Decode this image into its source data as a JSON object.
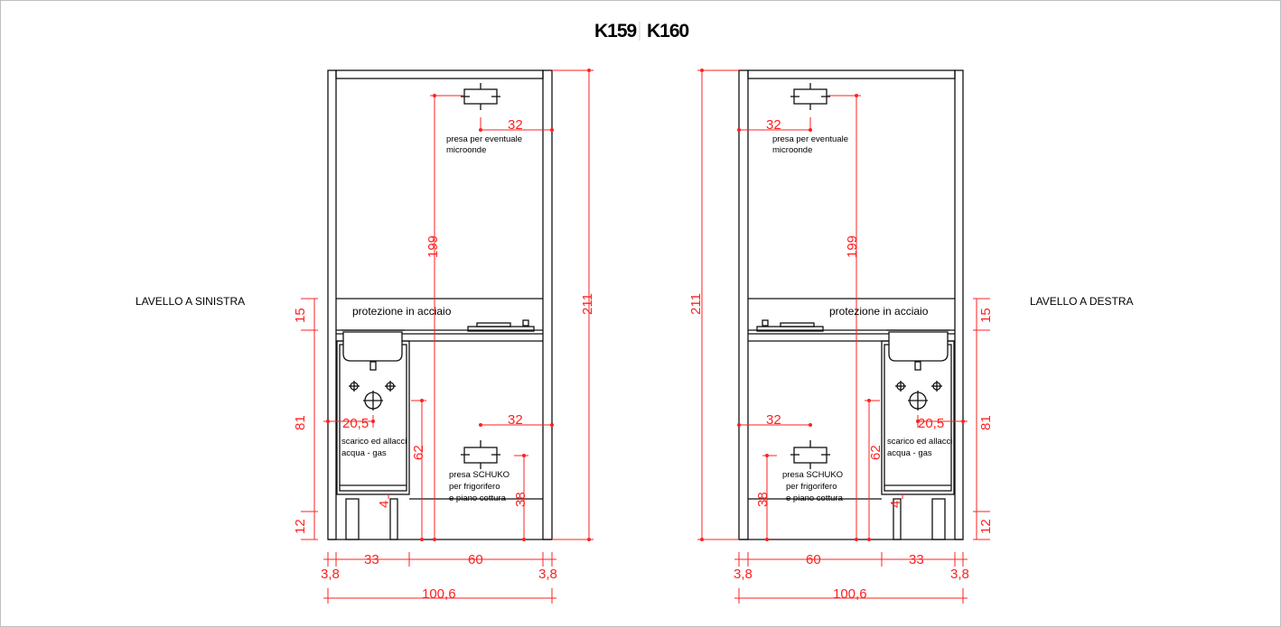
{
  "title": {
    "left": "K159",
    "right": "K160"
  },
  "colors": {
    "dimension": "#ff2020",
    "line": "#111111"
  },
  "left": {
    "caption": "LAVELLO A SINISTRA",
    "microwave_note": [
      "presa per eventuale",
      "microonde"
    ],
    "protection": "protezione in acciaio",
    "drain_note": [
      "scarico ed allacci",
      "acqua - gas"
    ],
    "schuko_note": [
      "presa SCHUKO",
      "per frigorifero",
      "e piano cottura"
    ],
    "dims": {
      "d32_top": "32",
      "d199": "199",
      "d211": "211",
      "d15": "15",
      "d81": "81",
      "d12": "12",
      "d20_5": "20,5",
      "d62": "62",
      "d32_bottom": "32",
      "d38": "38",
      "d4": "4",
      "d3_8_a": "3,8",
      "d33": "33",
      "d60": "60",
      "d3_8_b": "3,8",
      "d100_6": "100,6"
    }
  },
  "right": {
    "caption": "LAVELLO A DESTRA",
    "microwave_note": [
      "presa per eventuale",
      "microonde"
    ],
    "protection": "protezione in acciaio",
    "drain_note": [
      "scarico ed allacci",
      "acqua - gas"
    ],
    "schuko_note": [
      "presa SCHUKO",
      "per frigorifero",
      "e piano cottura"
    ],
    "dims": {
      "d32_top": "32",
      "d199": "199",
      "d211": "211",
      "d15": "15",
      "d81": "81",
      "d12": "12",
      "d20_5": "20,5",
      "d62": "62",
      "d32_bottom": "32",
      "d38": "38",
      "d4": "4",
      "d3_8_a": "3,8",
      "d60": "60",
      "d33": "33",
      "d3_8_b": "3,8",
      "d100_6": "100,6"
    }
  }
}
